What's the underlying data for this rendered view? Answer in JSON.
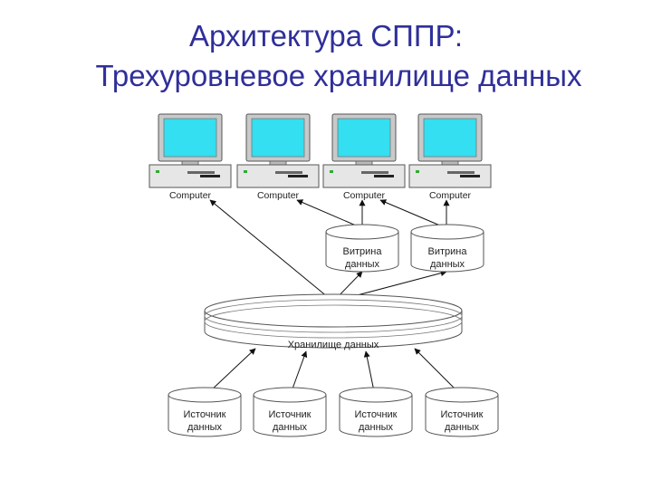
{
  "title": {
    "line1": "Архитектура СППР:",
    "line2": "Трехуровневое хранилище данных"
  },
  "computers": [
    {
      "label": "Computer"
    },
    {
      "label": "Computer"
    },
    {
      "label": "Computer"
    },
    {
      "label": "Computer"
    }
  ],
  "data_marts": [
    {
      "line1": "Витрина",
      "line2": "данных"
    },
    {
      "line1": "Витрина",
      "line2": "данных"
    }
  ],
  "warehouse": {
    "label": "Хранилище данных"
  },
  "sources": [
    {
      "line1": "Источник",
      "line2": "данных"
    },
    {
      "line1": "Источник",
      "line2": "данных"
    },
    {
      "line1": "Источник",
      "line2": "данных"
    },
    {
      "line1": "Источник",
      "line2": "данных"
    }
  ],
  "colors": {
    "title": "#2f2f9a",
    "screen": "#33dff0",
    "bezel": "#bfbfbf",
    "case": "#e6e6e6",
    "cylinder": "#ffffff",
    "stroke": "#555555"
  }
}
